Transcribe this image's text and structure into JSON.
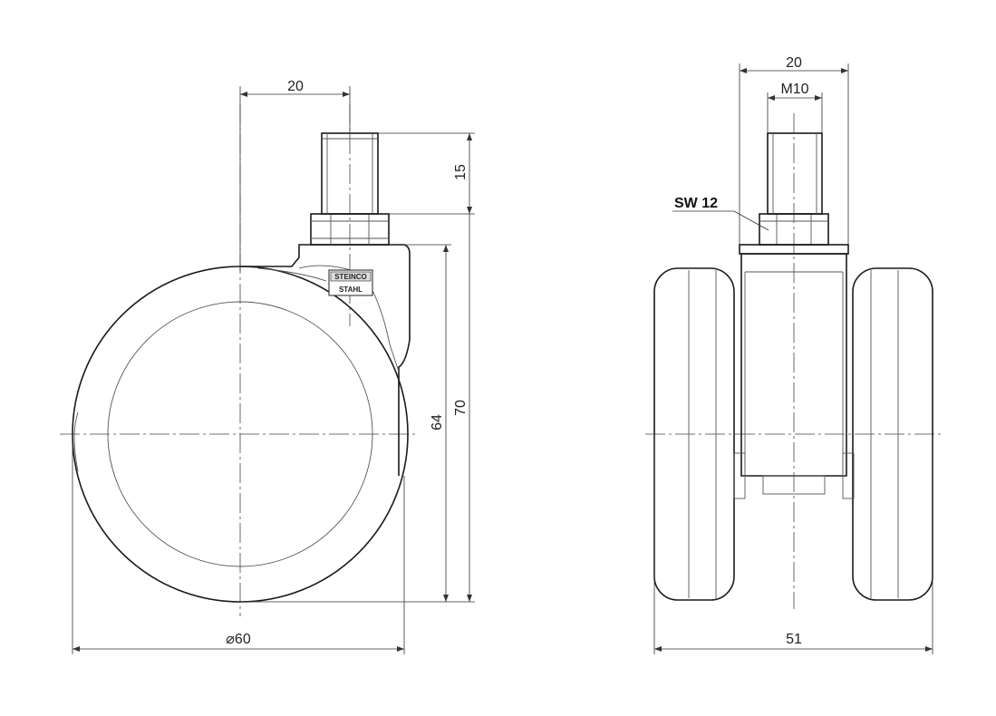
{
  "side_view": {
    "dim_top": "20",
    "dim_stem": "15",
    "dim_wheel_height": "64",
    "dim_total_height": "70",
    "dim_diameter": "⌀60",
    "logo_top": "STEINCO",
    "logo_bottom": "STAHL"
  },
  "front_view": {
    "dim_top": "20",
    "dim_thread": "M10",
    "wrench_label": "SW 12",
    "dim_width": "51"
  }
}
